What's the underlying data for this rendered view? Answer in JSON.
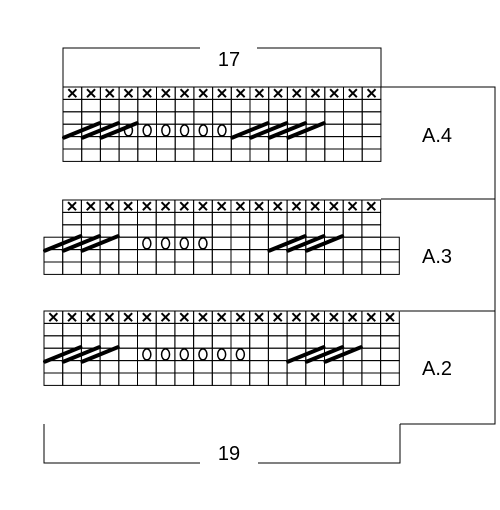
{
  "diagram": {
    "top_width_label": "17",
    "bottom_width_label": "19",
    "sections": [
      {
        "label": "A.4",
        "stitches": 17,
        "rows": [
          "xxxxxxxxxxxxxxxxx",
          ".................",
          ".................",
          "dddoooooodddd....",
          ".................",
          "................."
        ]
      },
      {
        "label": "A.3",
        "stitches": 19,
        "rows": [
          " xxxxxxxxxxxxxxxxx ",
          " ................. ",
          " ................. ",
          "ddd..oooo...ddd....",
          "...................",
          "..................."
        ]
      },
      {
        "label": "A.2",
        "stitches": 19,
        "rows": [
          "xxxxxxxxxxxxxxxxxxx",
          "...................",
          "...................",
          "ddd..oooooo..ddd...",
          "...................",
          "..................."
        ]
      }
    ],
    "symbols": {
      "x": "cross-stitch",
      "o": "yarn-over",
      "d": "decrease",
      ".": "knit"
    },
    "colors": {
      "line": "#000000",
      "background": "#ffffff"
    }
  }
}
